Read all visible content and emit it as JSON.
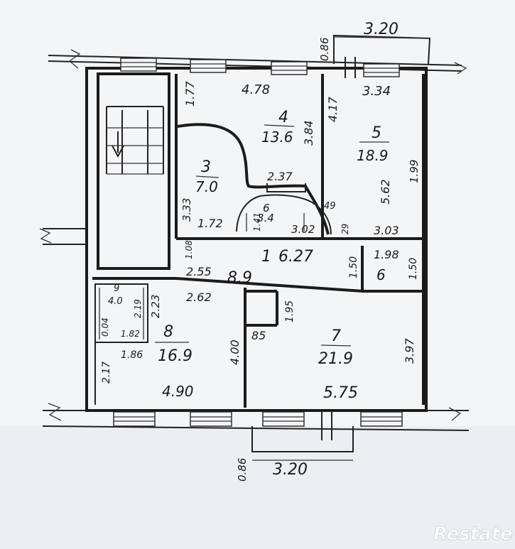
{
  "rooms": [
    {
      "number": "1",
      "area": "8.9"
    },
    {
      "number": "3",
      "area": "7.0"
    },
    {
      "number": "4",
      "area": "13.6"
    },
    {
      "number": "5",
      "area": "18.9"
    },
    {
      "number": "6",
      "area": "3.4"
    },
    {
      "number": "7",
      "area": "21.9"
    },
    {
      "number": "8",
      "area": "16.9"
    },
    {
      "number": "9",
      "area": "4.0"
    }
  ],
  "dimensions": {
    "top_balcony_width": "3.20",
    "top_balcony_depth": "0.86",
    "bottom_balcony_width": "3.20",
    "bottom_balcony_depth": "0.86",
    "room4_width": "4.78",
    "room4_height": "3.84",
    "room4_left": "1.77",
    "room5_width": "3.34",
    "room5_height": "5.62",
    "room5_right": "1.99",
    "room5_left": "4.17",
    "room5_bottom": "3.03",
    "room3_height": "3.33",
    "room3_bottom": "1.72",
    "room6_width": "2.37",
    "room6_bottom": "3.02",
    "room6_left": "1.41",
    "room6_diag": "49",
    "room5_notch": "29",
    "corridor_length": "6.27",
    "corridor_left": "2.55",
    "corridor_end": "1.08",
    "corridor_right": "1.50",
    "closet_width": "1.98",
    "closet_number": "6",
    "closet_side": "1.50",
    "room8_top": "2.62",
    "room8_height": "4.00",
    "room8_width": "4.90",
    "room8_left": "2.23",
    "room8_lower_left": "2.17",
    "room8_bottom_left": "1.86",
    "room9_width": "1.82",
    "room9_height": "2.19",
    "room9_side": "0.04",
    "room7_width": "5.75",
    "room7_height": "3.97",
    "room7_door": "1.95",
    "room7_notch": "85"
  },
  "watermark": "Restate"
}
